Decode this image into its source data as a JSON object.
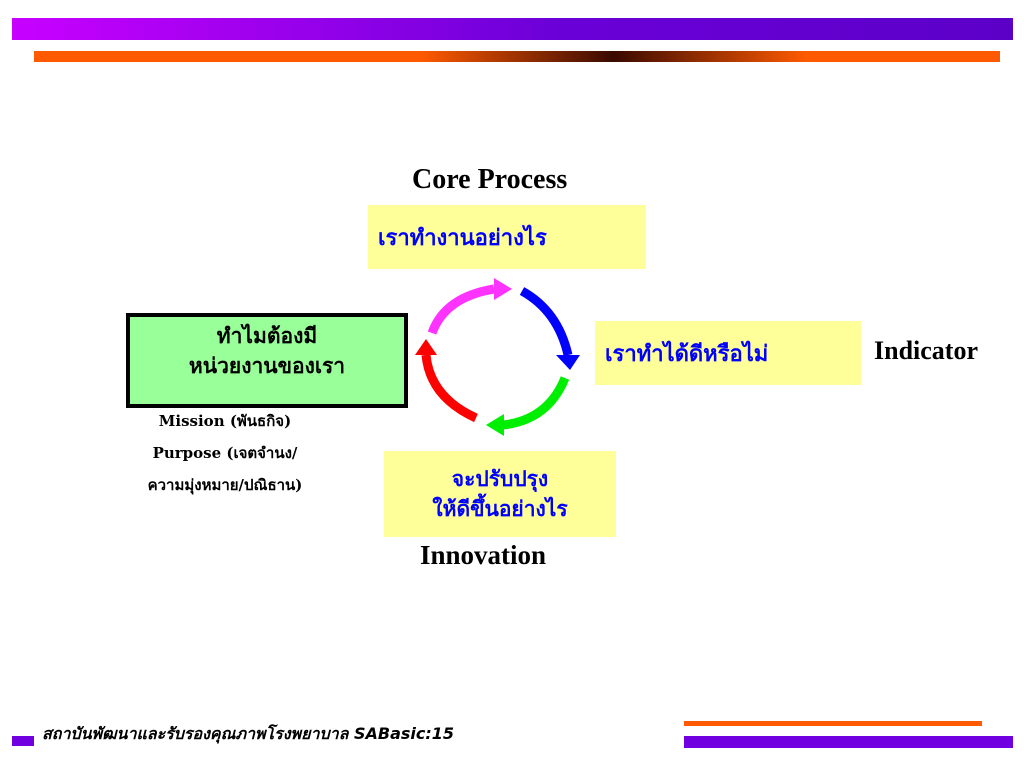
{
  "labels": {
    "core_process": "Core Process",
    "indicator": "Indicator",
    "innovation": "Innovation"
  },
  "boxes": {
    "top": "เราทำงานอย่างไร",
    "right": "เราทำได้ดีหรือไม่",
    "bottom_line1": "จะปรับปรุง",
    "bottom_line2": "ให้ดีขึ้นอย่างไร",
    "left_line1": "ทำไมต้องมี",
    "left_line2": "หน่วยงานของเรา"
  },
  "mission": {
    "line1": "Mission (พันธกิจ)",
    "line2": "Purpose (เจตจำนง/",
    "line3": "ความมุ่งหมาย/ปณิธาน)"
  },
  "footer": {
    "text": "สถาบันพัฒนาและรับรองคุณภาพโรงพยาบาล SABasic:15"
  },
  "colors": {
    "box_fill": "#ffff99",
    "box_text": "#0000ff",
    "left_box_fill": "#99ff99",
    "arrow_blue": "#0000ff",
    "arrow_green": "#00ee00",
    "arrow_red": "#ff0000",
    "arrow_magenta": "#ff33ff",
    "accent_purple": "#7000e0",
    "accent_orange": "#ff5a00"
  }
}
